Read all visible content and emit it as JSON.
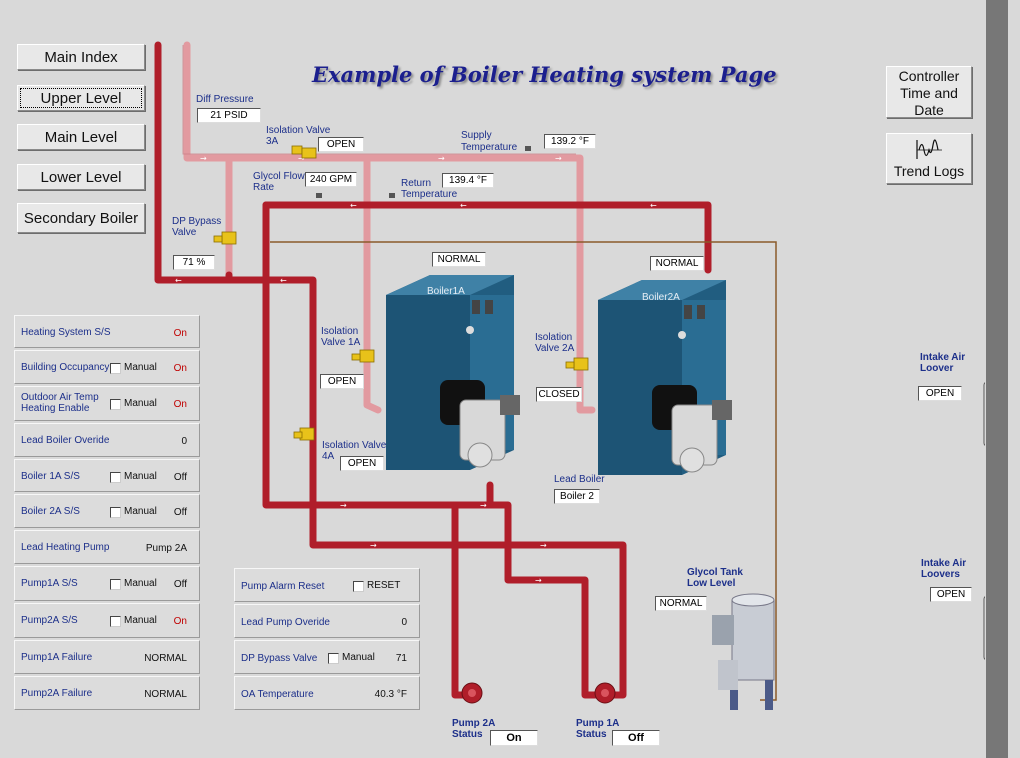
{
  "title": "Example of Boiler Heating system Page",
  "nav": [
    {
      "label": "Main Index",
      "active": false
    },
    {
      "label": "Upper Level",
      "active": true
    },
    {
      "label": "Main Level",
      "active": false
    },
    {
      "label": "Lower Level",
      "active": false
    },
    {
      "label": "Secondary Boiler",
      "active": false
    }
  ],
  "right_buttons": {
    "controller": "Controller Time and Date",
    "controller_l1": "Controller",
    "controller_l2": "Time and",
    "controller_l3": "Date",
    "trend": "Trend Logs"
  },
  "diagram": {
    "diff_pressure": {
      "label": "Diff Pressure",
      "value": "21 PSID"
    },
    "iso_3a": {
      "label1": "Isolation Valve",
      "label2": "3A",
      "value": "OPEN"
    },
    "supply_temp": {
      "label1": "Supply",
      "label2": "Temperature",
      "value": "139.2 °F"
    },
    "glycol_flow": {
      "label1": "Glycol Flow",
      "label2": "Rate",
      "value": "240 GPM"
    },
    "return_temp": {
      "label1": "Return",
      "label2": "Temperature",
      "value": "139.4 °F"
    },
    "dp_bypass": {
      "label1": "DP Bypass",
      "label2": "Valve",
      "value": "71 %"
    },
    "boiler1a": {
      "label": "Boiler1A",
      "status": "NORMAL"
    },
    "boiler2a": {
      "label": "Boiler2A",
      "status": "NORMAL"
    },
    "iso_1a": {
      "label1": "Isolation",
      "label2": "Valve 1A",
      "value": "OPEN"
    },
    "iso_2a": {
      "label1": "Isolation",
      "label2": "Valve 2A",
      "value": "CLOSED"
    },
    "iso_4a": {
      "label1": "Isolation Valve",
      "label2": "4A",
      "value": "OPEN"
    },
    "lead_boiler": {
      "label": "Lead Boiler",
      "value": "Boiler 2"
    },
    "glycol_tank": {
      "label1": "Glycol Tank",
      "label2": "Low Level",
      "value": "NORMAL"
    },
    "pump2a": {
      "label1": "Pump 2A",
      "label2": "Status",
      "value": "On"
    },
    "pump1a": {
      "label1": "Pump 1A",
      "label2": "Status",
      "value": "Off"
    },
    "intake1": {
      "label1": "Intake Air",
      "label2": "Loover",
      "value": "OPEN"
    },
    "intake2": {
      "label1": "Intake Air",
      "label2": "Loovers",
      "value": "OPEN"
    }
  },
  "status_rows": [
    {
      "label": "Heating System S/S",
      "value": "On",
      "manual": false
    },
    {
      "label": "Building Occupancy",
      "value": "On",
      "manual": true,
      "manual_label": "Manual"
    },
    {
      "label": "Outdoor Air Temp Heating Enable",
      "value": "On",
      "manual": true,
      "manual_label": "Manual"
    },
    {
      "label": "Lead Boiler  Overide",
      "value": "0",
      "manual": false
    },
    {
      "label": "Boiler 1A S/S",
      "value": "Off",
      "manual": true,
      "manual_label": "Manual"
    },
    {
      "label": "Boiler 2A S/S",
      "value": "Off",
      "manual": true,
      "manual_label": "Manual"
    },
    {
      "label": "Lead Heating Pump",
      "value": "Pump 2A",
      "manual": false
    },
    {
      "label": "Pump1A S/S",
      "value": "Off",
      "manual": true,
      "manual_label": "Manual"
    },
    {
      "label": "Pump2A S/S",
      "value": "On",
      "manual": true,
      "manual_label": "Manual"
    },
    {
      "label": "Pump1A Failure",
      "value": "NORMAL",
      "manual": false
    },
    {
      "label": "Pump2A Failure",
      "value": "NORMAL",
      "manual": false
    }
  ],
  "pump_rows": [
    {
      "label": "Pump Alarm Reset",
      "value": "",
      "check_label": "RESET"
    },
    {
      "label": "Lead Pump Overide",
      "value": "0",
      "check_label": ""
    },
    {
      "label": "DP Bypass Valve",
      "value": "71",
      "check_label": "Manual"
    },
    {
      "label": "OA Temperature",
      "value": "40.3 °F",
      "check_label": ""
    }
  ],
  "colors": {
    "pipe_supply": "#b01e2a",
    "pipe_light": "#e29aa0",
    "boiler": "#1f5f84",
    "brand_title": "#1b1f8e"
  },
  "icons": [
    "trend-chart-icon",
    "valve-icon",
    "boiler-icon",
    "pump-icon",
    "glycol-tank-icon",
    "damper-icon",
    "sensor-icon"
  ]
}
